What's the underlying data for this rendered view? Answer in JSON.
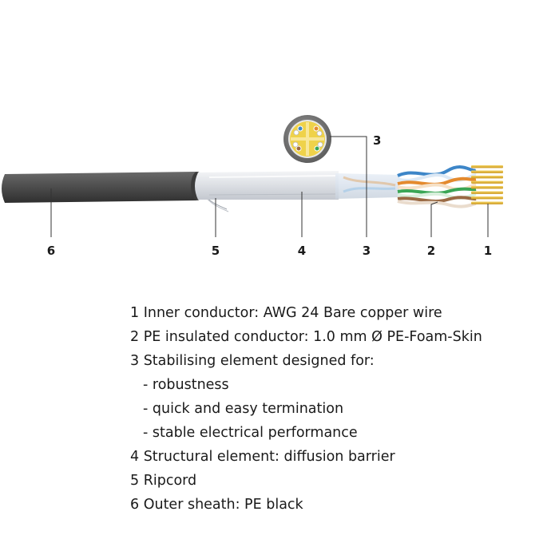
{
  "diagram": {
    "labels": {
      "c1": "1",
      "c2": "2",
      "c3": "3",
      "c3_top": "3",
      "c4": "4",
      "c5": "5",
      "c6": "6"
    },
    "colors": {
      "sheath": "#505050",
      "foil": "#e6e8ec",
      "copper": "#e3b62a",
      "yellow_cross": "#efd24a",
      "pair_blue": "#3d86c8",
      "pair_orange": "#e48a2e",
      "pair_green": "#3aa655",
      "pair_brown": "#9a6a44"
    }
  },
  "legend": [
    {
      "id": "item-1",
      "text": "1 Inner conductor: AWG 24 Bare copper wire",
      "indent": false
    },
    {
      "id": "item-2",
      "text": "2 PE insulated conductor: 1.0 mm Ø PE-Foam-Skin",
      "indent": false
    },
    {
      "id": "item-3",
      "text": "3 Stabilising element designed for:",
      "indent": false
    },
    {
      "id": "item-3a",
      "text": "- robustness",
      "indent": true
    },
    {
      "id": "item-3b",
      "text": "- quick and easy termination",
      "indent": true
    },
    {
      "id": "item-3c",
      "text": "- stable electrical performance",
      "indent": true
    },
    {
      "id": "item-4",
      "text": "4 Structural element: diffusion barrier",
      "indent": false
    },
    {
      "id": "item-5",
      "text": "5 Ripcord",
      "indent": false
    },
    {
      "id": "item-6",
      "text": "6 Outer sheath: PE black",
      "indent": false
    }
  ]
}
